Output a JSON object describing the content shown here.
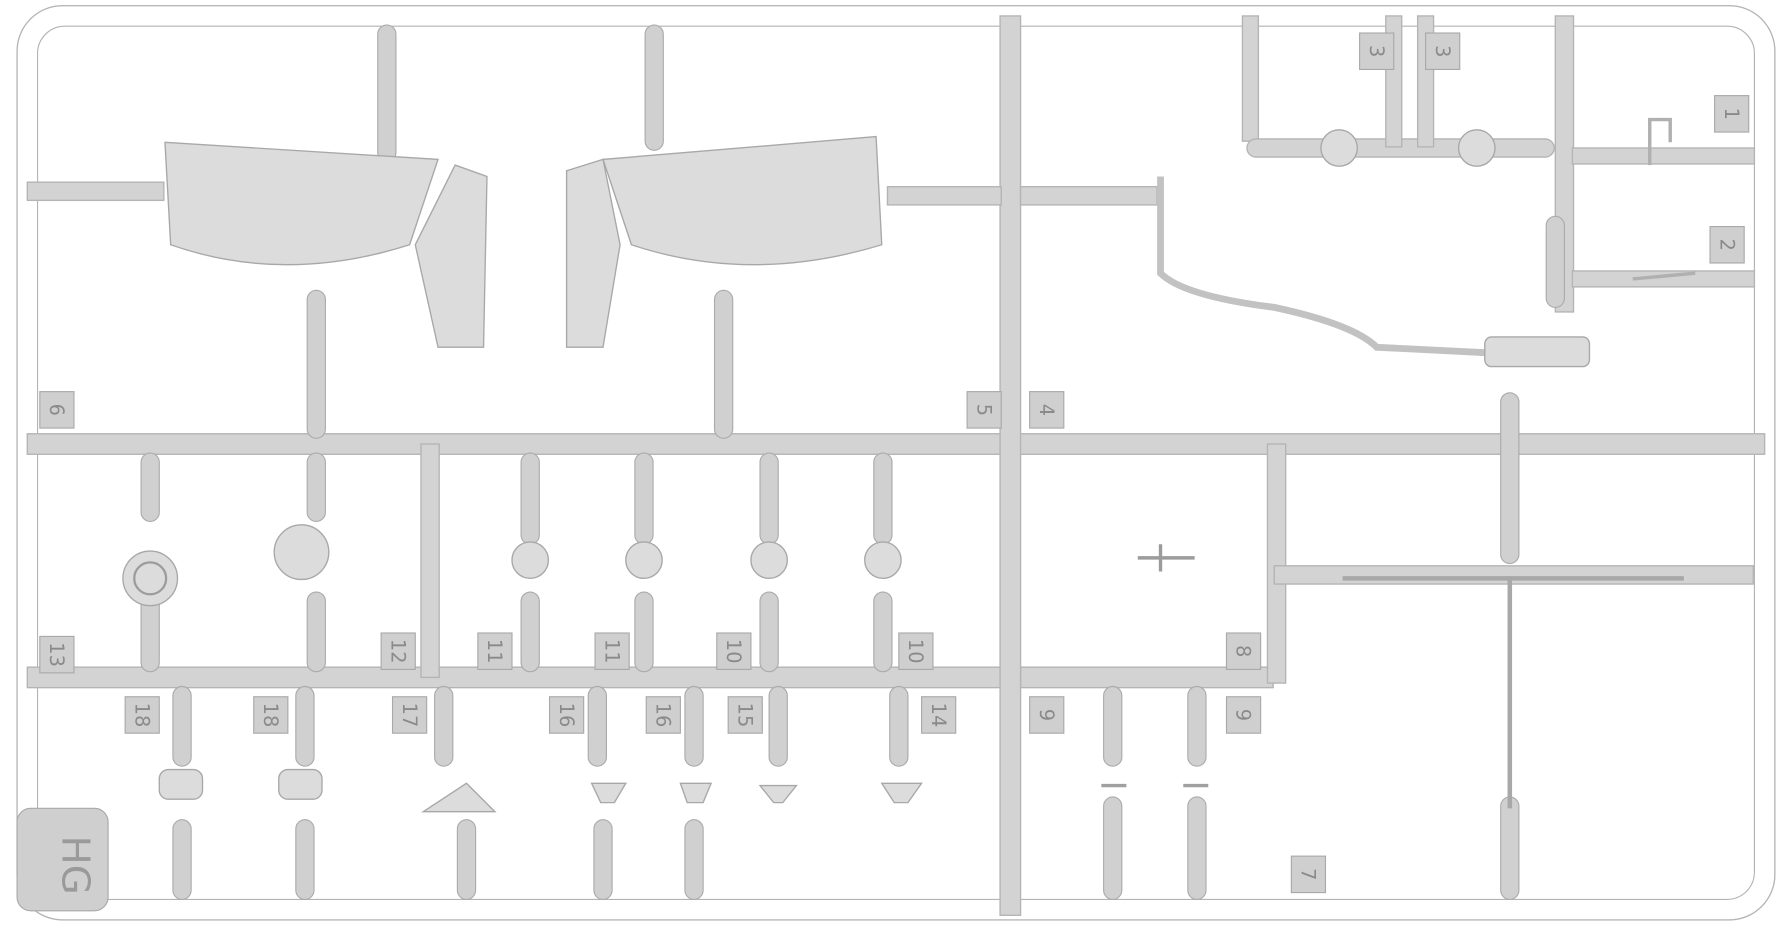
{
  "title": "Plastic model kit sprue HG",
  "sprue_logo": "HG",
  "part_numbers": [
    "6",
    "5",
    "4",
    "3",
    "3",
    "1",
    "2",
    "13",
    "12",
    "11",
    "11",
    "10",
    "10",
    "8",
    "18",
    "18",
    "17",
    "16",
    "16",
    "15",
    "14",
    "9",
    "9",
    "7"
  ],
  "colors": {
    "plastic": "#d3d3d3",
    "background": "#ffffff",
    "label": "#8a8a8a"
  }
}
